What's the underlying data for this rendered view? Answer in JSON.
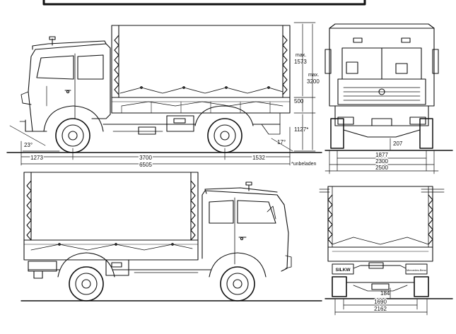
{
  "dimensions": {
    "side": {
      "front_overhang": "1273",
      "wheelbase": "3700",
      "rear_overhang": "1532",
      "overall_length": "6505",
      "approach_angle": "23°",
      "departure_angle": "17°",
      "tarp_height_label": "max.",
      "tarp_height": "1573",
      "overall_height_label": "max.",
      "overall_height": "3200",
      "platform_side": "500",
      "loading_height": "1127*"
    },
    "front": {
      "ground_clearance": "207",
      "track_width": "1877",
      "body_width": "2300",
      "overall_width": "2500"
    },
    "rear": {
      "rear_clearance": "184",
      "frame_width": "1690",
      "rear_width": "2162",
      "plate_text": "SILKW",
      "brand_plate": "Mercedes-Benz"
    },
    "footnote": "*unbeladen"
  },
  "colors": {
    "line": "#111111",
    "background": "#ffffff"
  }
}
